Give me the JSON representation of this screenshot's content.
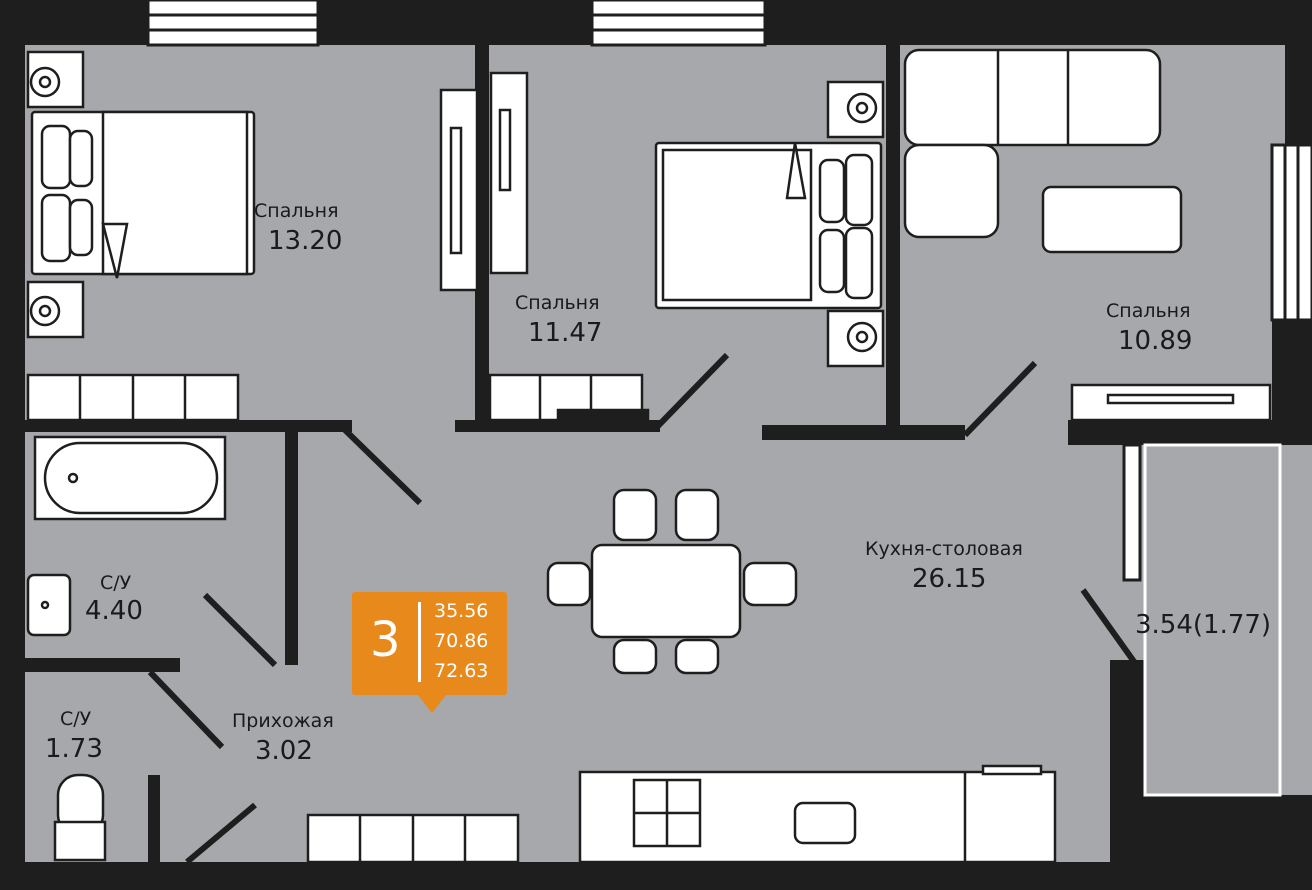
{
  "colors": {
    "floor": "#a6a8ab",
    "wall": "#1e1e1e",
    "badge": "#e8891c",
    "furniture": "#ffffff"
  },
  "rooms": [
    {
      "name": "Спальня",
      "area": "13.20"
    },
    {
      "name": "Спальня",
      "area": "11.47"
    },
    {
      "name": "Спальня",
      "area": "10.89"
    },
    {
      "name": "Кухня-столовая",
      "area": "26.15"
    },
    {
      "name": "С/У",
      "area": "4.40"
    },
    {
      "name": "С/У",
      "area": "1.73"
    },
    {
      "name": "Прихожая",
      "area": "3.02"
    }
  ],
  "balcony": {
    "area": "3.54(1.77)"
  },
  "badge": {
    "rooms": "3",
    "living": "35.56",
    "total": "70.86",
    "total_with_balcony": "72.63"
  }
}
